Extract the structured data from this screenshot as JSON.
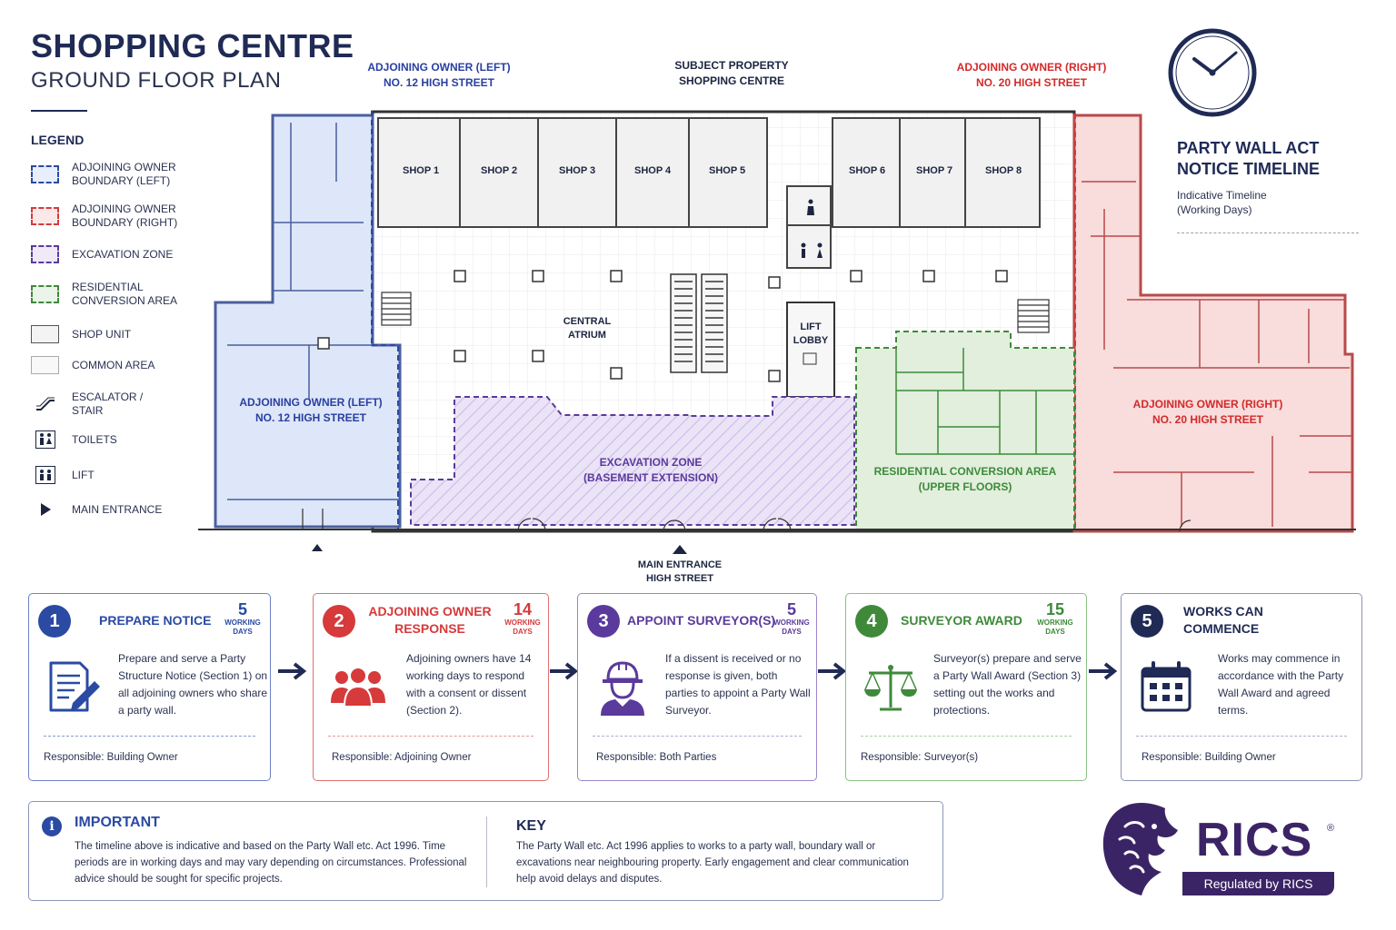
{
  "title": {
    "main": "SHOPPING CENTRE",
    "sub": "GROUND FLOOR PLAN"
  },
  "legend": {
    "title": "LEGEND",
    "items": [
      {
        "label": "ADJOINING OWNER BOUNDARY (LEFT)",
        "swatch": "blue-dashed"
      },
      {
        "label": "ADJOINING OWNER BOUNDARY (RIGHT)",
        "swatch": "red-dashed"
      },
      {
        "label": "EXCAVATION ZONE",
        "swatch": "purple-dashed"
      },
      {
        "label": "RESIDENTIAL CONVERSION AREA",
        "swatch": "green-dashed"
      },
      {
        "label": "SHOP UNIT",
        "swatch": "grey-solid"
      },
      {
        "label": "COMMON AREA",
        "swatch": "light-solid"
      },
      {
        "label": "ESCALATOR / STAIR",
        "icon": "escalator-icon"
      },
      {
        "label": "TOILETS",
        "icon": "toilets-icon"
      },
      {
        "label": "LIFT",
        "icon": "lift-icon"
      },
      {
        "label": "MAIN ENTRANCE",
        "icon": "entrance-arrow-icon"
      }
    ]
  },
  "plan": {
    "top_left": {
      "line1": "ADJOINING OWNER (LEFT)",
      "line2": "NO. 12 HIGH STREET"
    },
    "top_center": {
      "line1": "SUBJECT PROPERTY",
      "line2": "SHOPPING CENTRE"
    },
    "top_right": {
      "line1": "ADJOINING OWNER (RIGHT)",
      "line2": "NO. 20 HIGH STREET"
    },
    "shops": [
      "SHOP 1",
      "SHOP 2",
      "SHOP 3",
      "SHOP 4",
      "SHOP 5",
      "SHOP 6",
      "SHOP 7",
      "SHOP 8"
    ],
    "atrium": {
      "line1": "CENTRAL",
      "line2": "ATRIUM"
    },
    "lift_lobby": {
      "line1": "LIFT",
      "line2": "LOBBY"
    },
    "left_owner": {
      "line1": "ADJOINING OWNER (LEFT)",
      "line2": "NO. 12 HIGH STREET"
    },
    "right_owner": {
      "line1": "ADJOINING OWNER (RIGHT)",
      "line2": "NO. 20 HIGH STREET"
    },
    "excavation": {
      "line1": "EXCAVATION ZONE",
      "line2": "(BASEMENT EXTENSION)"
    },
    "residential": {
      "line1": "RESIDENTIAL CONVERSION AREA",
      "line2": "(UPPER FLOORS)"
    },
    "entrance": {
      "line1": "MAIN ENTRANCE",
      "line2": "HIGH STREET"
    }
  },
  "timeline": {
    "title_line1": "PARTY WALL ACT",
    "title_line2": "NOTICE TIMELINE",
    "sub_line1": "Indicative Timeline",
    "sub_line2": "(Working Days)",
    "steps": [
      {
        "number": "1",
        "title": "PREPARE NOTICE",
        "days": "5",
        "days_label1": "WORKING",
        "days_label2": "DAYS",
        "description": "Prepare and serve a Party Structure Notice (Section 1) on all adjoining owners who share a party wall.",
        "responsible": "Responsible: Building Owner",
        "icon": "document-pen-icon",
        "color": "#2a4aa3"
      },
      {
        "number": "2",
        "title": "ADJOINING OWNER RESPONSE",
        "days": "14",
        "days_label1": "WORKING",
        "days_label2": "DAYS",
        "description": "Adjoining owners have 14 working days to respond with a consent or dissent (Section 2).",
        "responsible": "Responsible: Adjoining Owner",
        "icon": "people-group-icon",
        "color": "#d63a3a"
      },
      {
        "number": "3",
        "title": "APPOINT SURVEYOR(S)",
        "days": "5",
        "days_label1": "WORKING",
        "days_label2": "DAYS",
        "description": "If a dissent is received or no response is given, both parties to appoint a Party Wall Surveyor.",
        "responsible": "Responsible: Both Parties",
        "icon": "surveyor-hardhat-icon",
        "color": "#5a3a9c"
      },
      {
        "number": "4",
        "title": "SURVEYOR AWARD",
        "days": "15",
        "days_label1": "WORKING",
        "days_label2": "DAYS",
        "description": "Surveyor(s) prepare and serve a Party Wall Award (Section 3) setting out the works and protections.",
        "responsible": "Responsible: Surveyor(s)",
        "icon": "scales-icon",
        "color": "#3e8a3a"
      },
      {
        "number": "5",
        "title": "WORKS CAN COMMENCE",
        "days": "",
        "days_label1": "",
        "days_label2": "",
        "description": "Works may commence in accordance with the Party Wall Award and agreed terms.",
        "responsible": "Responsible: Building Owner",
        "icon": "calendar-icon",
        "color": "#1f2a55"
      }
    ]
  },
  "important": {
    "heading": "IMPORTANT",
    "text": "The timeline above is indicative and based on the Party Wall etc. Act 1996. Time periods are in working days and may vary depending on circumstances. Professional advice should be sought for specific projects."
  },
  "key": {
    "heading": "KEY",
    "text": "The Party Wall etc. Act 1996 applies to works to a party wall, boundary wall or excavations near neighbouring property. Early engagement and clear communication help avoid delays and disputes."
  },
  "brand": {
    "name": "RICS",
    "registered": "®",
    "badge": "Regulated by RICS",
    "color": "#3b2466"
  },
  "colors": {
    "navy": "#1f2a55",
    "blue": "#2a4aa3",
    "red": "#d63a3a",
    "purple": "#5a3a9c",
    "green": "#3e8a3a"
  }
}
